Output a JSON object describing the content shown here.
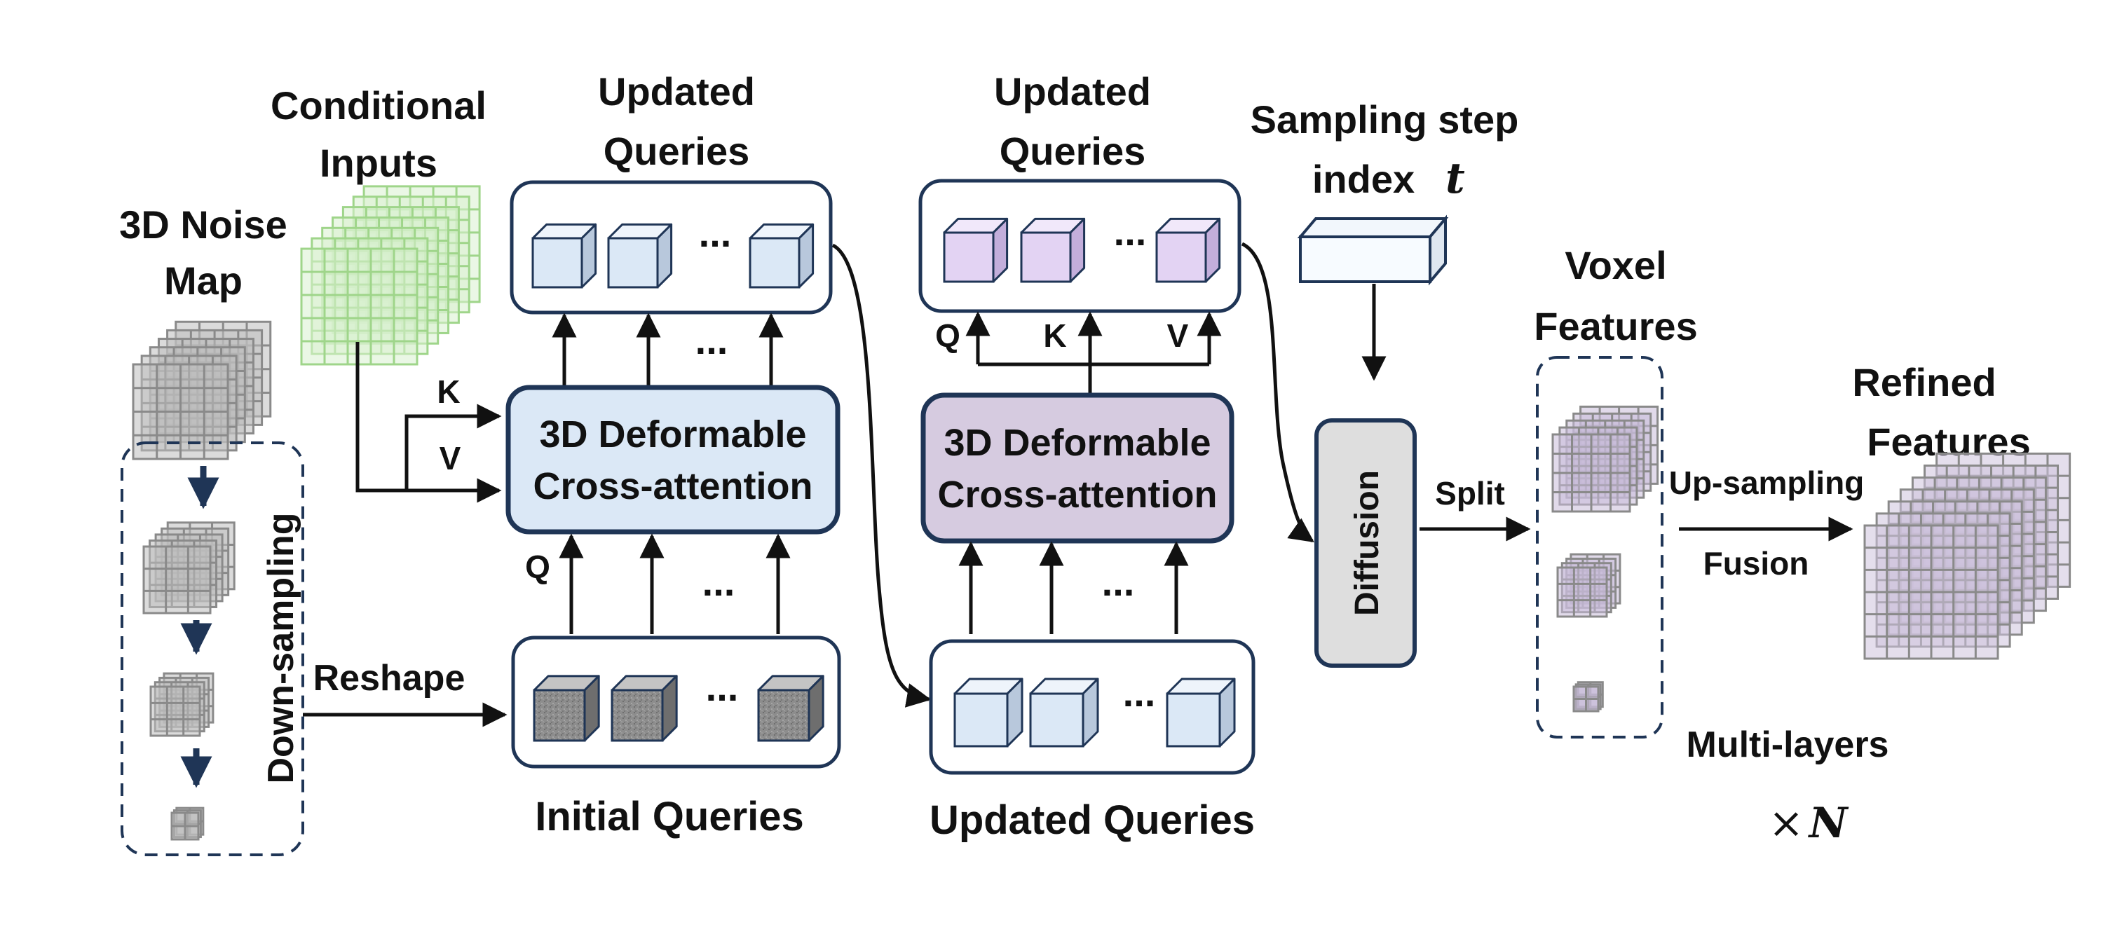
{
  "noise_map": {
    "label_line1": "3D Noise",
    "label_line2": "Map",
    "downsample_label": "Down-sampling"
  },
  "conditional_inputs": {
    "label_line1": "Conditional",
    "label_line2": "Inputs"
  },
  "reshape_label": "Reshape",
  "kv_labels": {
    "k": "K",
    "v": "V",
    "q": "Q"
  },
  "block1": {
    "title_line1": "Updated",
    "title_line2": "Queries",
    "attention_line1": "3D Deformable",
    "attention_line2": "Cross-attention",
    "bottom_label": "Initial Queries",
    "ellipsis": "..."
  },
  "block2": {
    "title_line1": "Updated",
    "title_line2": "Queries",
    "attention_line1": "3D Deformable",
    "attention_line2": "Cross-attention",
    "bottom_label": "Updated Queries",
    "q": "Q",
    "k": "K",
    "v": "V",
    "ellipsis": "..."
  },
  "sampling": {
    "label_line1": "Sampling step",
    "label_line2": "index",
    "symbol": "t"
  },
  "diffusion_label": "Diffusion",
  "split_label": "Split",
  "voxel_features": {
    "label_line1": "Voxel",
    "label_line2": "Features"
  },
  "up_sampling_label": "Up-sampling",
  "fusion_label": "Fusion",
  "refined_features": {
    "label_line1": "Refined",
    "label_line2": "Features"
  },
  "multi_layers_label": "Multi-layers",
  "times_n": {
    "times": "×",
    "n": "N"
  },
  "colors": {
    "navy": "#1f3556",
    "light_blue": "#dbe8f6",
    "light_purple": "#e3d3f3",
    "purple_box": "#d6cbe0",
    "gray_box": "#dedede",
    "green": "#9fd58a",
    "grid_gray": "#8a8a8a"
  }
}
